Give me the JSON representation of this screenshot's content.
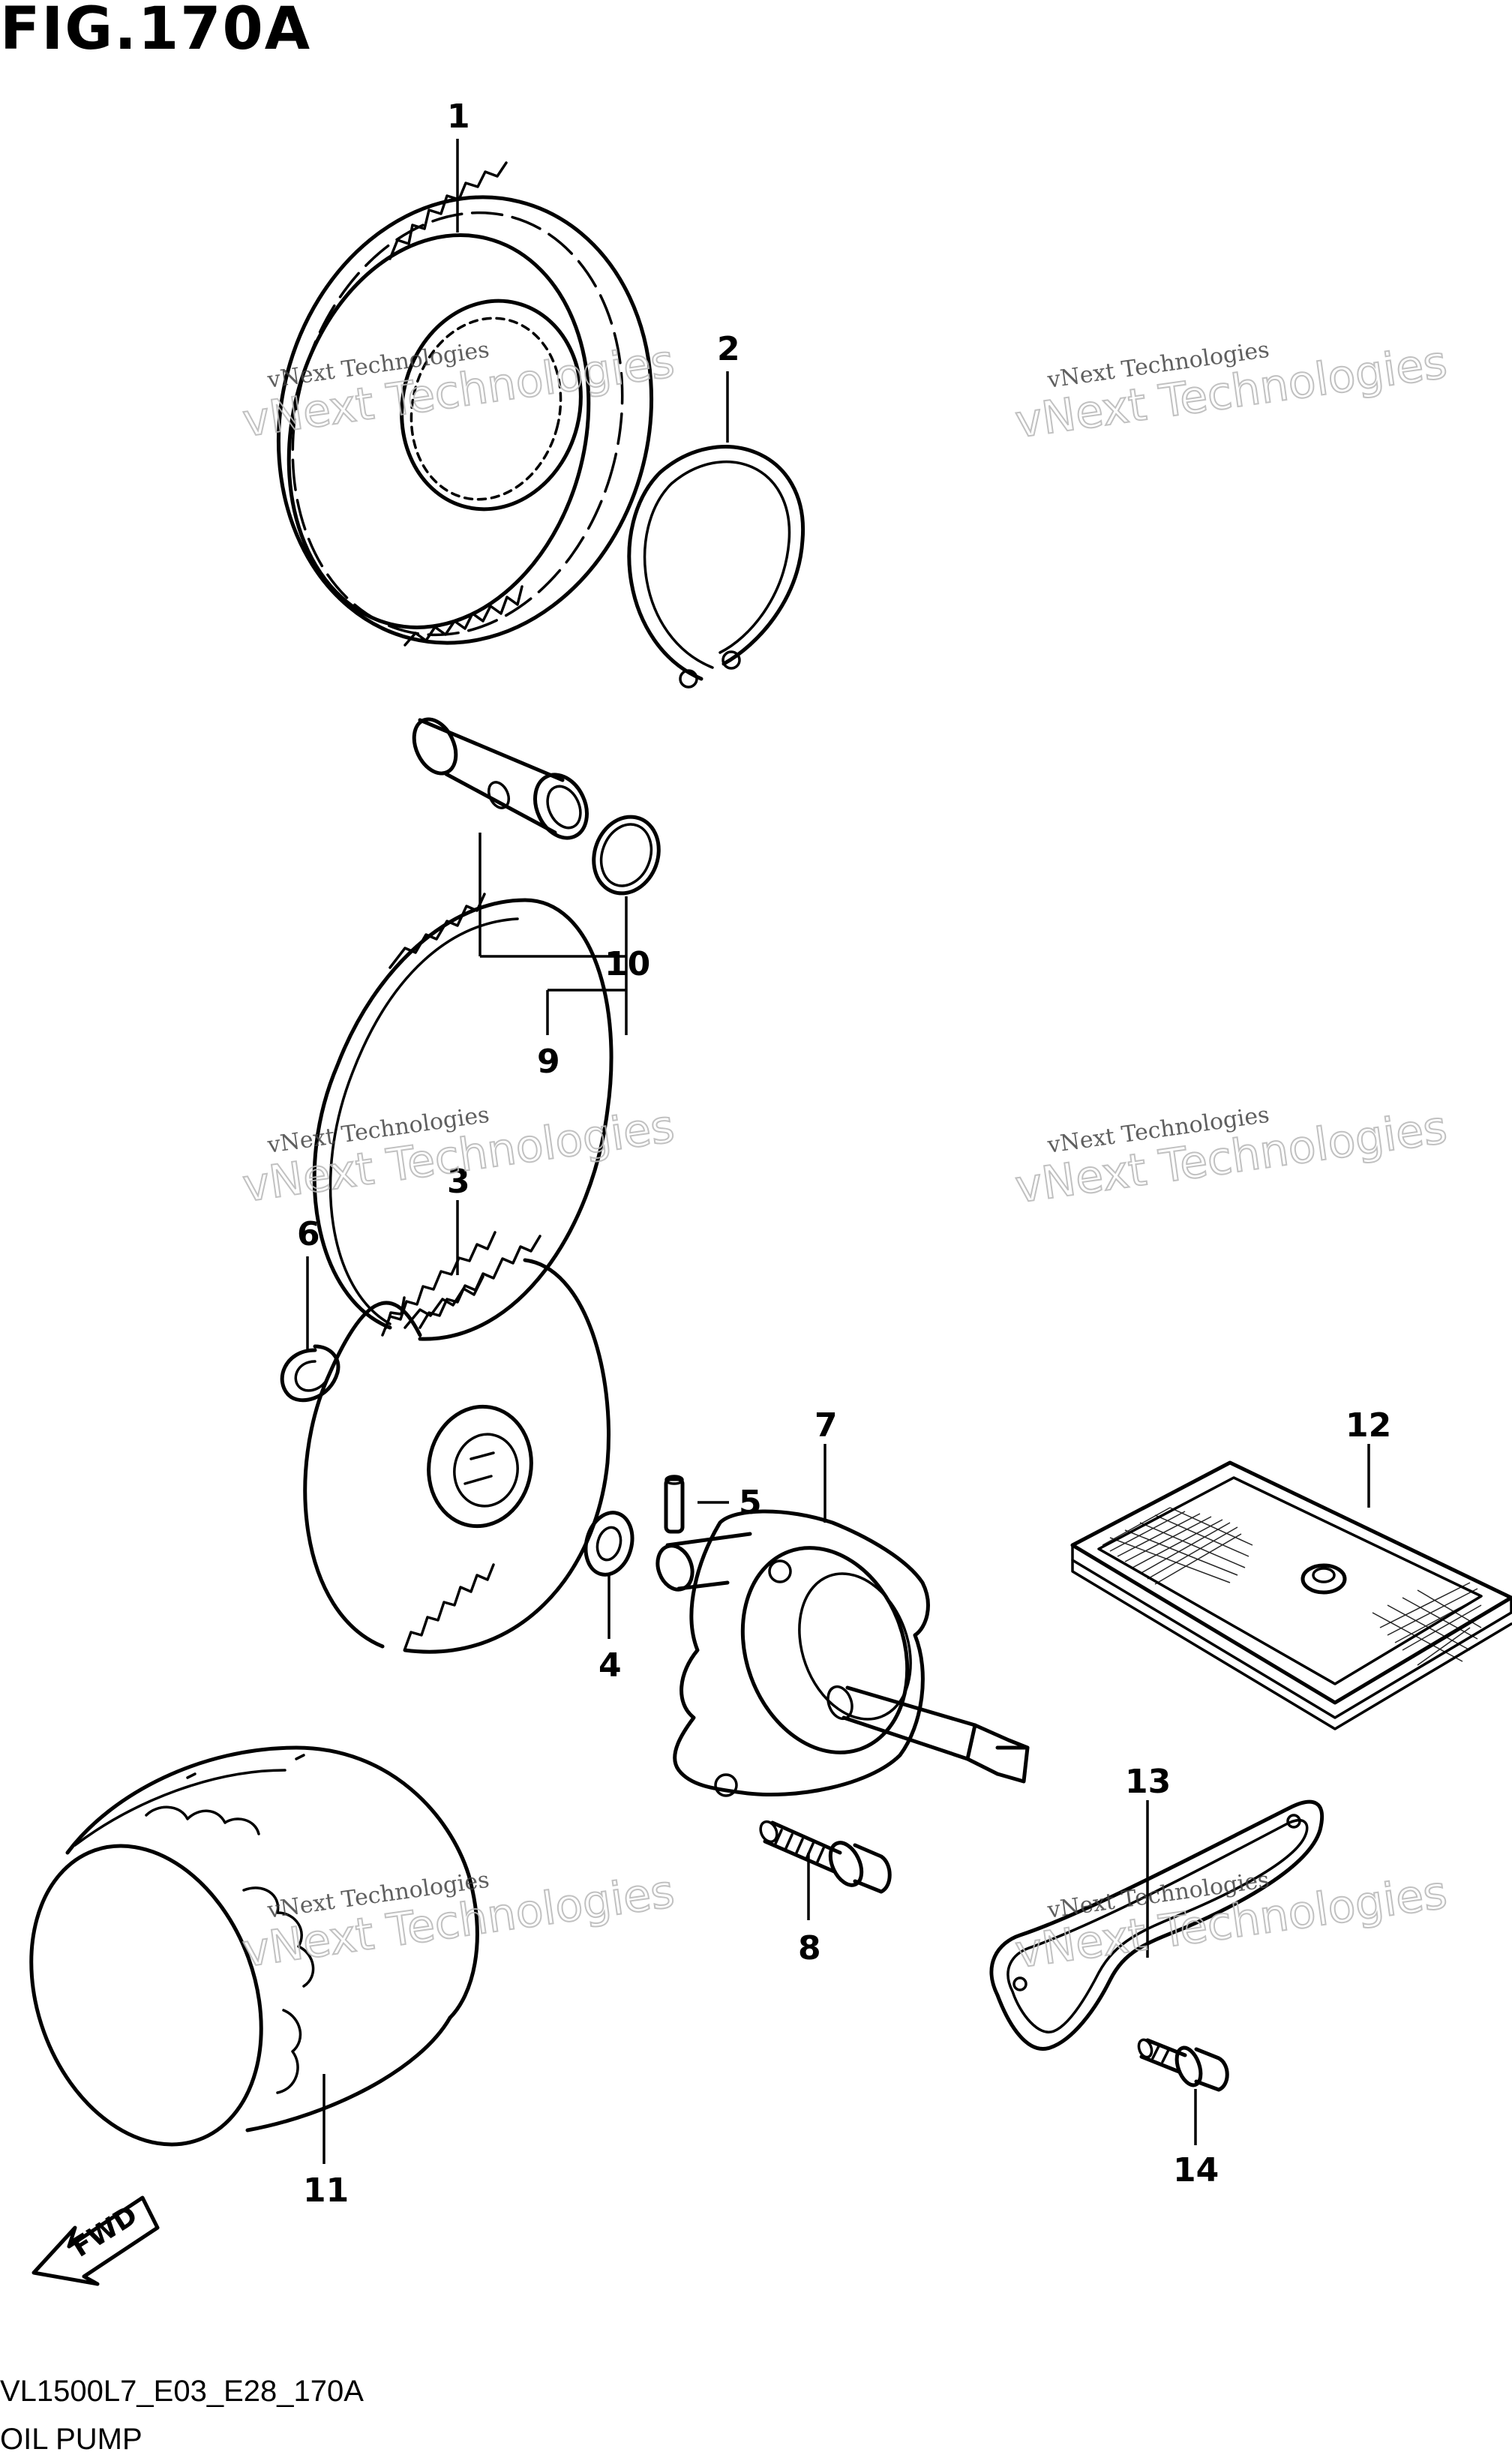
{
  "figure": {
    "title": "FIG.170A",
    "code": "VL1500L7_E03_E28_170A",
    "name": "OIL PUMP"
  },
  "watermark": {
    "line1": "vNext Technologies",
    "line2": "vNext Technologies"
  },
  "callouts": {
    "c1": "1",
    "c2": "2",
    "c3": "3",
    "c4": "4",
    "c5": "5",
    "c6": "6",
    "c7": "7",
    "c8": "8",
    "c9": "9",
    "c10": "10",
    "c11": "11",
    "c12": "12",
    "c13": "13",
    "c14": "14"
  },
  "fwd_label": "FWD"
}
